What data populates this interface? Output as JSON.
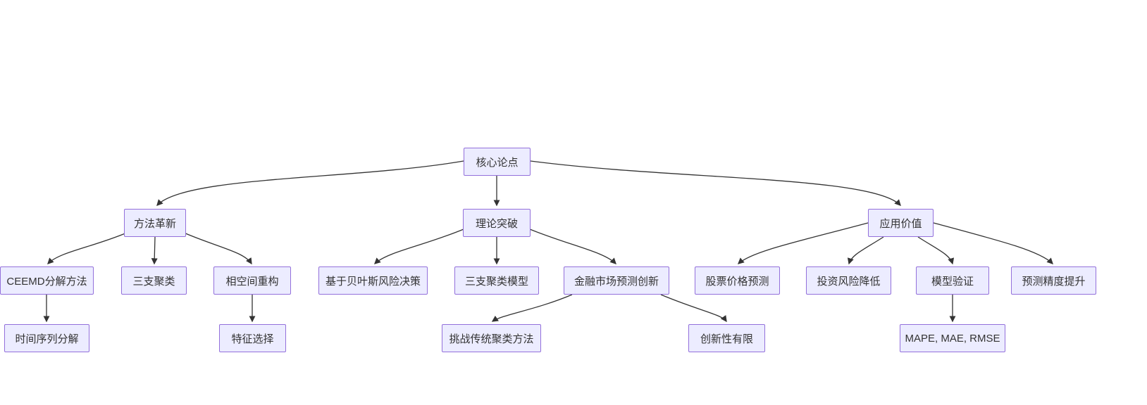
{
  "diagram": {
    "type": "flowchart",
    "direction": "top-down",
    "colors": {
      "background": "#ffffff",
      "node_fill": "#ECECFF",
      "node_border": "#9370DB",
      "node_text": "#333333",
      "edge_line": "#333333"
    },
    "nodes": [
      {
        "id": "core",
        "label": "核心论点"
      },
      {
        "id": "method",
        "label": "方法革新"
      },
      {
        "id": "theory",
        "label": "理论突破"
      },
      {
        "id": "application",
        "label": "应用价值"
      },
      {
        "id": "ceemd",
        "label": "CEEMD分解方法"
      },
      {
        "id": "threeway",
        "label": "三支聚类"
      },
      {
        "id": "phasespace",
        "label": "相空间重构"
      },
      {
        "id": "bayes",
        "label": "基于贝叶斯风险决策"
      },
      {
        "id": "twc-model",
        "label": "三支聚类模型"
      },
      {
        "id": "fin-market",
        "label": "金融市场预测创新"
      },
      {
        "id": "stock",
        "label": "股票价格预测"
      },
      {
        "id": "risk",
        "label": "投资风险降低"
      },
      {
        "id": "validation",
        "label": "模型验证"
      },
      {
        "id": "accuracy",
        "label": "预测精度提升"
      },
      {
        "id": "timeseries",
        "label": "时间序列分解"
      },
      {
        "id": "feature",
        "label": "特征选择"
      },
      {
        "id": "challenge",
        "label": "挑战传统聚类方法"
      },
      {
        "id": "limited",
        "label": "创新性有限"
      },
      {
        "id": "metrics",
        "label": "MAPE, MAE, RMSE"
      }
    ],
    "edges": [
      {
        "from": "core",
        "to": "method"
      },
      {
        "from": "core",
        "to": "theory"
      },
      {
        "from": "core",
        "to": "application"
      },
      {
        "from": "method",
        "to": "ceemd"
      },
      {
        "from": "method",
        "to": "threeway"
      },
      {
        "from": "method",
        "to": "phasespace"
      },
      {
        "from": "theory",
        "to": "bayes"
      },
      {
        "from": "theory",
        "to": "twc-model"
      },
      {
        "from": "theory",
        "to": "fin-market"
      },
      {
        "from": "application",
        "to": "stock"
      },
      {
        "from": "application",
        "to": "risk"
      },
      {
        "from": "application",
        "to": "validation"
      },
      {
        "from": "application",
        "to": "accuracy"
      },
      {
        "from": "ceemd",
        "to": "timeseries"
      },
      {
        "from": "phasespace",
        "to": "feature"
      },
      {
        "from": "fin-market",
        "to": "challenge"
      },
      {
        "from": "fin-market",
        "to": "limited"
      },
      {
        "from": "validation",
        "to": "metrics"
      }
    ]
  }
}
